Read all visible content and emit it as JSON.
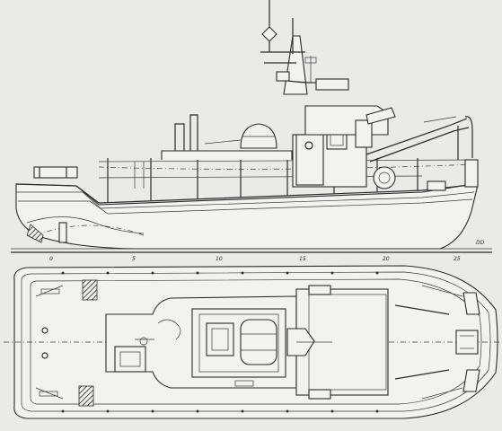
{
  "scale": {
    "ticks": [
      "0",
      "5",
      "10",
      "15",
      "20",
      "25"
    ],
    "end_label": "DD"
  }
}
